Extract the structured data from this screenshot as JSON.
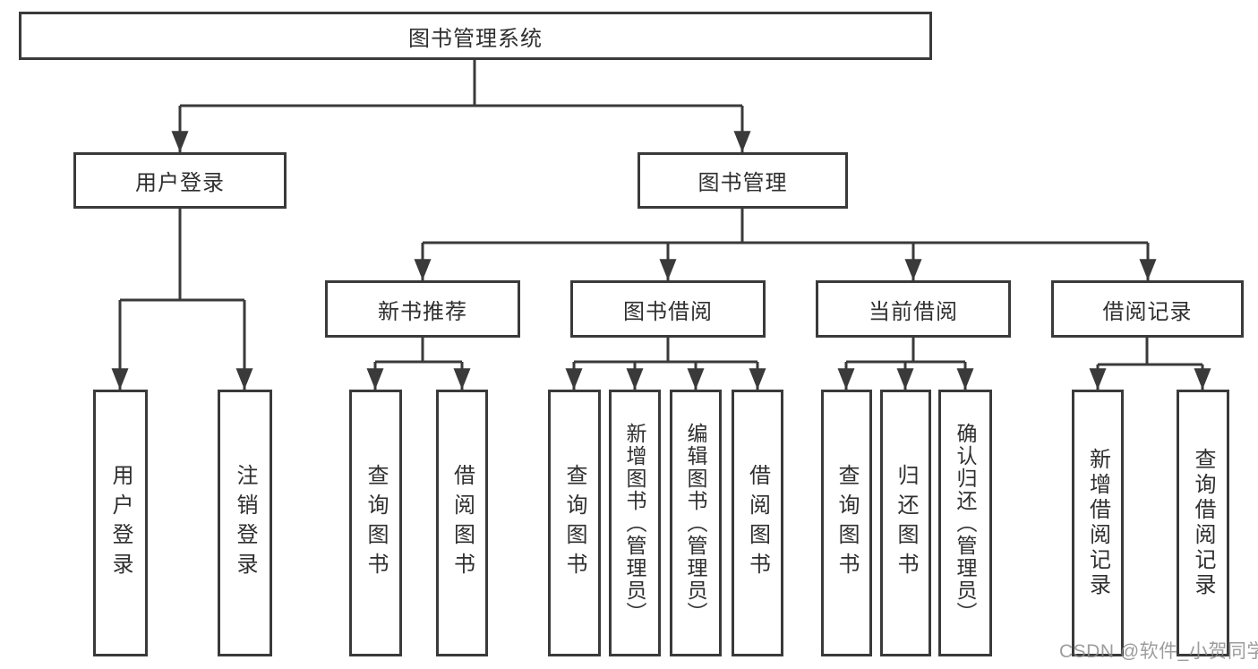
{
  "diagram": {
    "root": {
      "label": "图书管理系统"
    },
    "branches": [
      {
        "label": "用户登录",
        "children": [
          {
            "label": "用户登录"
          },
          {
            "label": "注销登录"
          }
        ]
      },
      {
        "label": "图书管理",
        "children": [
          {
            "label": "新书推荐",
            "children": [
              {
                "label": "查询图书"
              },
              {
                "label": "借阅图书"
              }
            ]
          },
          {
            "label": "图书借阅",
            "children": [
              {
                "label": "查询图书"
              },
              {
                "label": "新增图书（管理员）"
              },
              {
                "label": "编辑图书（管理员）"
              },
              {
                "label": "借阅图书"
              }
            ]
          },
          {
            "label": "当前借阅",
            "children": [
              {
                "label": "查询图书"
              },
              {
                "label": "归还图书"
              },
              {
                "label": "确认归还（管理员）"
              }
            ]
          },
          {
            "label": "借阅记录",
            "children": [
              {
                "label": "新增借阅记录"
              },
              {
                "label": "查询借阅记录"
              }
            ]
          }
        ]
      }
    ]
  },
  "watermark": {
    "text": "CSDN @软件_小贺同学"
  },
  "colors": {
    "line": "#3a3a3a",
    "text": "#2f2f2f",
    "background": "#ffffff",
    "watermark": "#8c8c8c"
  }
}
